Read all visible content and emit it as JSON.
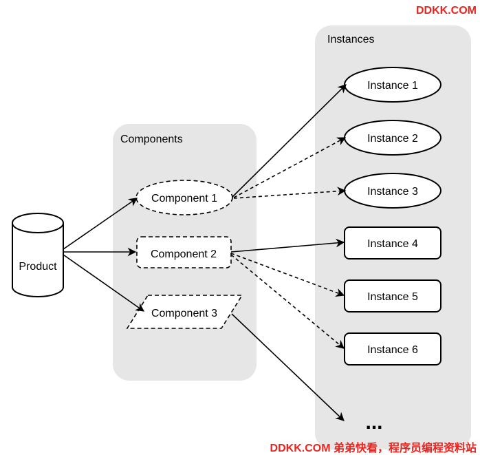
{
  "watermark_top": "DDKK.COM",
  "watermark_bottom": "DDKK.COM 弟弟快看，程序员编程资料站",
  "groups": {
    "components": "Components",
    "instances": "Instances"
  },
  "nodes": {
    "product": "Product",
    "component1": "Component 1",
    "component2": "Component 2",
    "component3": "Component 3",
    "instance1": "Instance 1",
    "instance2": "Instance 2",
    "instance3": "Instance 3",
    "instance4": "Instance 4",
    "instance5": "Instance 5",
    "instance6": "Instance 6",
    "more": "..."
  },
  "colors": {
    "group_fill": "#e6e6e6",
    "stroke": "#000000",
    "watermark": "#e8251f"
  }
}
